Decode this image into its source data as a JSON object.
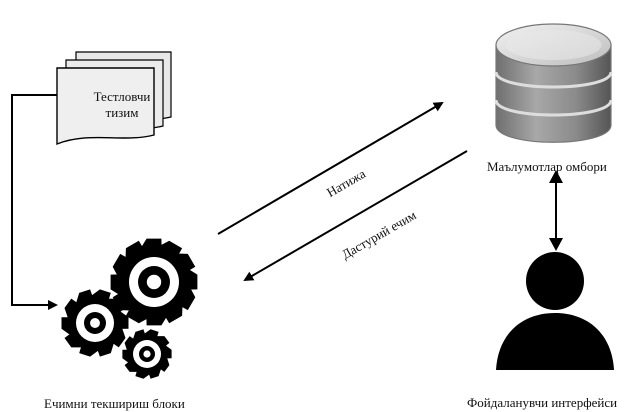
{
  "nodes": {
    "test_system": {
      "line1": "Тестловчи",
      "line2": "тизим",
      "icon": "document-stack-icon"
    },
    "solution_checker": {
      "label": "Ечимни текшириш блоки",
      "icon": "gears-icon"
    },
    "database": {
      "label": "Маълумотлар омбори",
      "icon": "database-icon"
    },
    "user_interface": {
      "label": "Фойдаланувчи интерфейси",
      "icon": "user-icon"
    }
  },
  "edges": {
    "result": {
      "label": "Натижа"
    },
    "source_solution": {
      "label": "Дастурий ечим"
    }
  },
  "colors": {
    "ink": "#000000",
    "document_fill": "#e8e8e8",
    "database_fill": "#8c8c8c",
    "database_top": "#d8d8d8"
  }
}
